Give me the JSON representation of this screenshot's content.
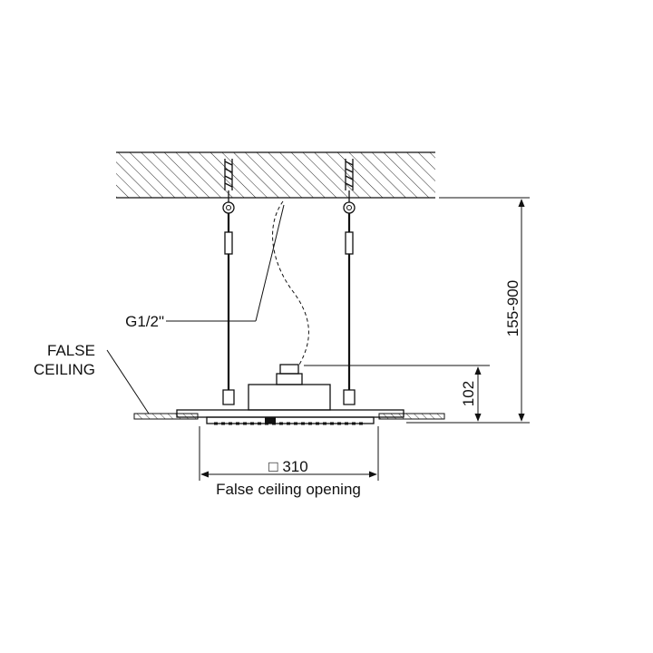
{
  "labels": {
    "thread": "G1/2\"",
    "false_ceiling_line1": "FALSE",
    "false_ceiling_line2": "CEILING",
    "height_range": "155-900",
    "body_height": "102",
    "opening_symbol": "□",
    "opening_size": "310",
    "opening_caption": "False ceiling opening"
  },
  "colors": {
    "ink": "#111111",
    "background": "#ffffff"
  }
}
